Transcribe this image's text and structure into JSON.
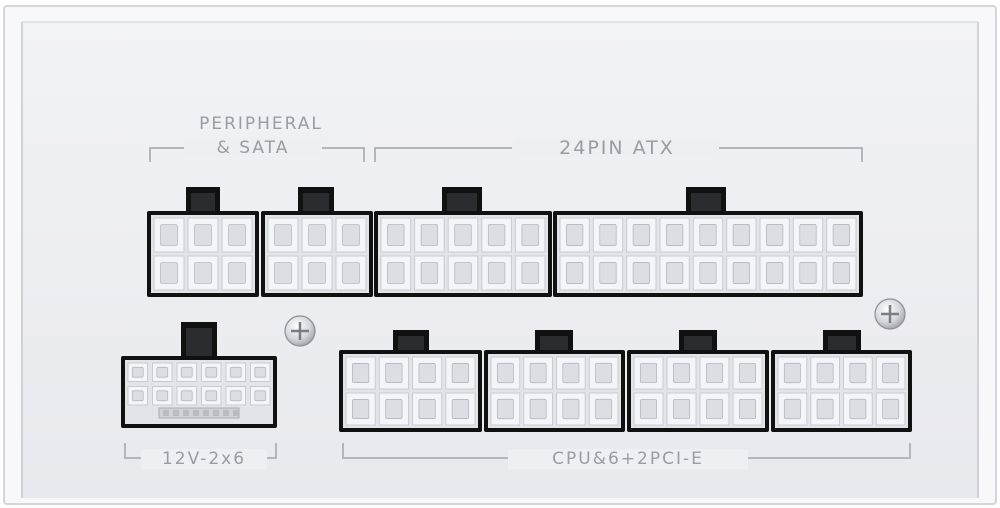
{
  "labels": {
    "peripheral_line1": "PERIPHERAL",
    "peripheral_line2": "& SATA",
    "atx": "24PIN ATX",
    "hpwr": "12V-2x6",
    "cpu_pcie": "CPU&6+2PCI-E"
  },
  "colors": {
    "panel": "#eeeff3",
    "socket_frame": "#111111",
    "pin_face": "#f4f5f8",
    "pin_border": "#c9cbd1",
    "label_text": "#9a9ca2",
    "guide_line": "#b4b6bc"
  },
  "connectors": [
    {
      "name": "peripheral-sata-connector-1",
      "cols": 3,
      "rows": 2
    },
    {
      "name": "peripheral-sata-connector-2",
      "cols": 3,
      "rows": 2
    },
    {
      "name": "atx-connector-10pin",
      "cols": 5,
      "rows": 2
    },
    {
      "name": "atx-connector-18pin",
      "cols": 9,
      "rows": 2
    },
    {
      "name": "hpwr-connector-12v-2x6",
      "cols": 6,
      "rows": 2
    },
    {
      "name": "cpu-pcie-connector-1",
      "cols": 4,
      "rows": 2
    },
    {
      "name": "cpu-pcie-connector-2",
      "cols": 4,
      "rows": 2
    },
    {
      "name": "cpu-pcie-connector-3",
      "cols": 4,
      "rows": 2
    },
    {
      "name": "cpu-pcie-connector-4",
      "cols": 4,
      "rows": 2
    }
  ]
}
